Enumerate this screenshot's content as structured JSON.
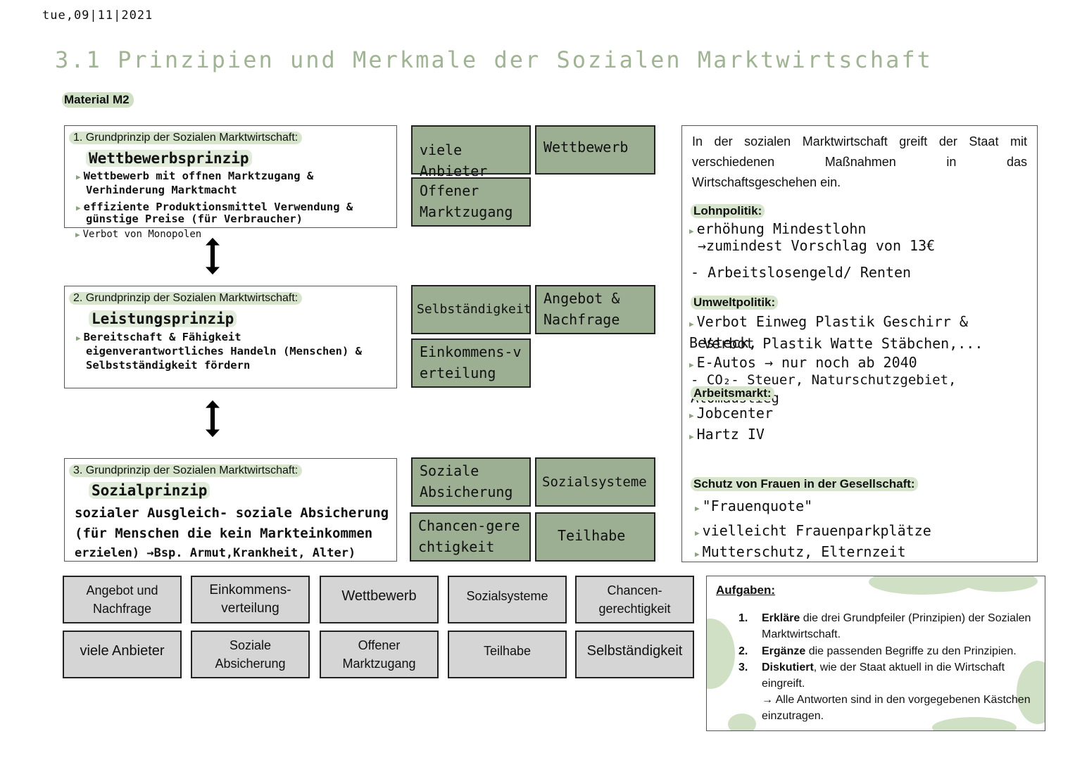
{
  "header": {
    "date": "tue,09|11|2021",
    "title": "3.1 Prinzipien und Merkmale der Sozialen Marktwirtschaft",
    "material": "Material M2"
  },
  "principles": [
    {
      "heading": "1. Grundprinzip der Sozialen Marktwirtschaft:",
      "name": "Wettbewerbsprinzip",
      "lines": [
        "Wettbewerb mit offnen Marktzugang &",
        "Verhinderung Marktmacht",
        "effiziente Produktionsmittel Verwendung &",
        "günstige Preise (für Verbraucher)",
        "Verbot von Monopolen"
      ]
    },
    {
      "heading": "2.  Grundprinzip der Sozialen Marktwirtschaft:",
      "name": "Leistungsprinzip",
      "lines": [
        "Bereitschaft & Fähigkeit",
        "eigenverantwortliches Handeln (Menschen) &",
        "Selbstständigkeit fördern"
      ]
    },
    {
      "heading": "3.  Grundprinzip der Sozialen Marktwirtschaft:",
      "name": "Sozialprinzip",
      "lines": [
        "sozialer Ausgleich- soziale Absicherung",
        "(für Menschen die kein Markteinkommen",
        "erzielen) →Bsp. Armut,Krankheit, Alter)"
      ]
    }
  ],
  "green_boxes": {
    "p1": [
      "viele Anbieter",
      "Wettbewerb",
      "Offener Marktzugang"
    ],
    "p2": [
      "Selbständigkeit",
      "Angebot & Nachfrage",
      "Einkommens-verteilung"
    ],
    "p3": [
      "Soziale Absicherung",
      "Sozialsysteme",
      "Chancen-gerechtigkeit",
      "Teilhabe"
    ]
  },
  "state_panel": {
    "intro": [
      "In der sozialen Marktwirtschaft greift der Staat mit",
      "verschiedenen Maßnahmen in das",
      "Wirtschaftsgeschehen ein."
    ],
    "lohn_title": "Lohnpolitik:",
    "lohn": [
      "erhöhung Mindestlohn",
      "→zumindest Vorschlag von 13€",
      "- Arbeitslosengeld/ Renten"
    ],
    "umwelt_title": "Umweltpolitik:",
    "umwelt": [
      "Verbot Einweg Plastik Geschirr & Besteck,",
      "Verbot Plastik Watte Stäbchen,...",
      "E-Autos → nur noch ab 2040",
      "- CO₂- Steuer, Naturschutzgebiet, Atomaustieg"
    ],
    "arbeit_title": "Arbeitsmarkt:",
    "arbeit": [
      "Jobcenter",
      "Hartz IV"
    ],
    "frauen_title": "Schutz von Frauen in der Gesellschaft:",
    "frauen": [
      "\"Frauenquote\"",
      "vielleicht Frauenparkplätze",
      "Mutterschutz, Elternzeit"
    ]
  },
  "cards": {
    "row1": [
      "Angebot und Nachfrage",
      "Einkommens-verteilung",
      "Wettbewerb",
      "Sozialsysteme",
      "Chancen-gerechtigkeit"
    ],
    "row2": [
      "viele Anbieter",
      "Soziale Absicherung",
      "Offener Marktzugang",
      "Teilhabe",
      "Selbständigkeit"
    ]
  },
  "tasks": {
    "title": "Aufgaben:",
    "items": [
      {
        "num": "1.",
        "bold": "Erkläre",
        "text": " die drei Grundpfeiler (Prinzipien) der Sozialen Marktwirtschaft."
      },
      {
        "num": "2.",
        "bold": "Ergänze",
        "text": " die passenden Begriffe zu den Prinzipien."
      },
      {
        "num": "3.",
        "bold": "Diskutiert",
        "text": ", wie der Staat aktuell in die Wirtschaft eingreift."
      }
    ],
    "note": "→ Alle Antworten sind in den vorgegebenen Kästchen einzutragen."
  },
  "colors": {
    "accent_green": "#9caf93",
    "title_green": "#9fb592",
    "highlight": "#d6e5cc",
    "card_grey": "#d5d5d5"
  }
}
